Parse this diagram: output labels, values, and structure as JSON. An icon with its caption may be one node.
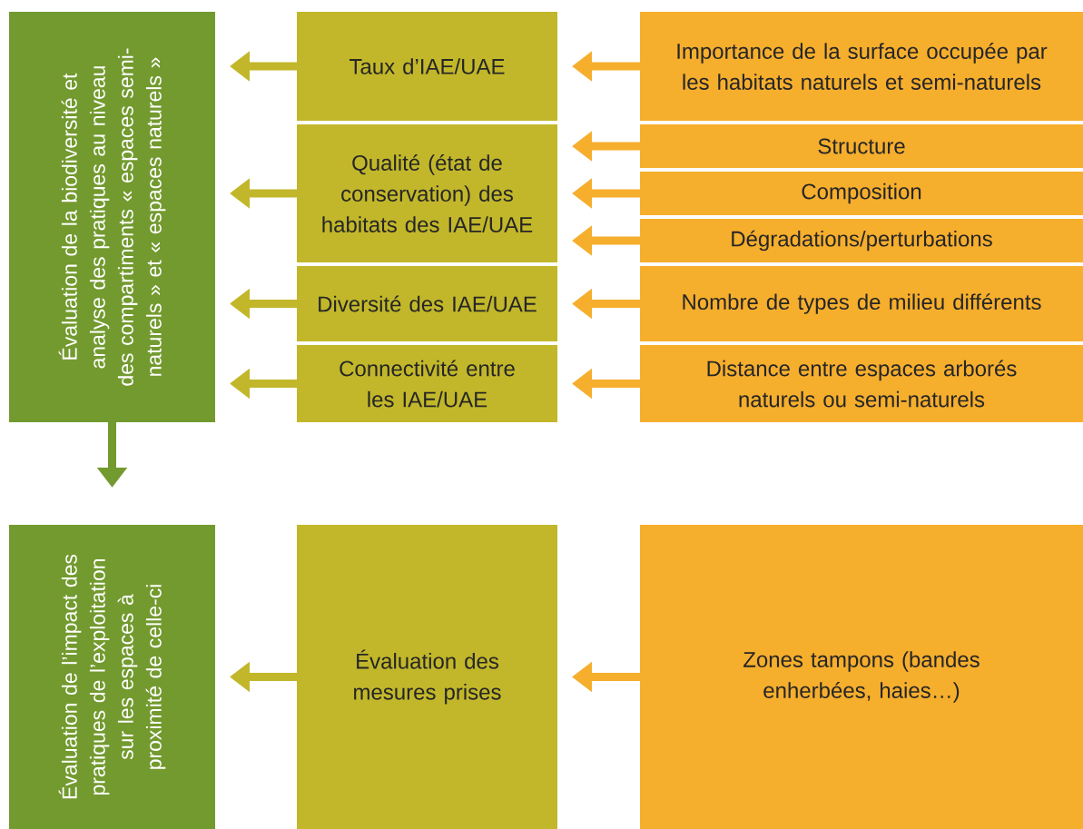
{
  "diagram": {
    "nodes": [
      {
        "text": [
          "Évaluation de la biodiversité et analyse des pratiques au niveau des compartiments « espaces semi-naturels » et « espaces naturels »"
        ]
      },
      {
        "text": [
          "Taux d’IAE/UAE"
        ]
      },
      {
        "text": [
          "Qualité (état de conservation) des habitats des IAE/UAE"
        ]
      },
      {
        "text": [
          "Diversité des IAE/UAE"
        ]
      },
      {
        "text": [
          "Connectivité entre les IAE/UAE"
        ]
      },
      {
        "text": [
          "Importance de la surface occupée par les habitats naturels et semi-naturels"
        ]
      },
      {
        "text": [
          "Structure"
        ]
      },
      {
        "text": [
          "Composition"
        ]
      },
      {
        "text": [
          "Dégradations/perturbations"
        ]
      },
      {
        "text": [
          "Nombre de types de milieu différents"
        ]
      },
      {
        "text": [
          "Distance entre espaces arborés naturels ou semi-naturels"
        ]
      },
      {
        "text": [
          "Évaluation de l’impact des pratiques de l’exploitation sur les espaces à proximité de celle-ci"
        ]
      },
      {
        "text": [
          "Évaluation des mesures prises"
        ]
      },
      {
        "text": [
          "Zones tampons (bandes enherbées, haies…)"
        ]
      }
    ],
    "edges": [
      {
        "from": 1,
        "to": 0,
        "arrow": "to",
        "color": "#c2b72a"
      },
      {
        "from": 2,
        "to": 0,
        "arrow": "to",
        "color": "#c2b72a"
      },
      {
        "from": 3,
        "to": 0,
        "arrow": "to",
        "color": "#c2b72a"
      },
      {
        "from": 4,
        "to": 0,
        "arrow": "to",
        "color": "#c2b72a"
      },
      {
        "from": 5,
        "to": 1,
        "arrow": "to"
      },
      {
        "from": 6,
        "to": 2,
        "arrow": "to"
      },
      {
        "from": 7,
        "to": 2,
        "arrow": "to"
      },
      {
        "from": 8,
        "to": 2,
        "arrow": "to"
      },
      {
        "from": 9,
        "to": 3,
        "arrow": "to"
      },
      {
        "from": 10,
        "to": 4,
        "arrow": "to"
      },
      {
        "from": 0,
        "to": 11,
        "arrow": "to",
        "color": "#739a2f"
      },
      {
        "from": 12,
        "to": 11,
        "arrow": "to",
        "color": "#c2b72a"
      },
      {
        "from": 13,
        "to": 12,
        "arrow": "to"
      }
    ]
  }
}
